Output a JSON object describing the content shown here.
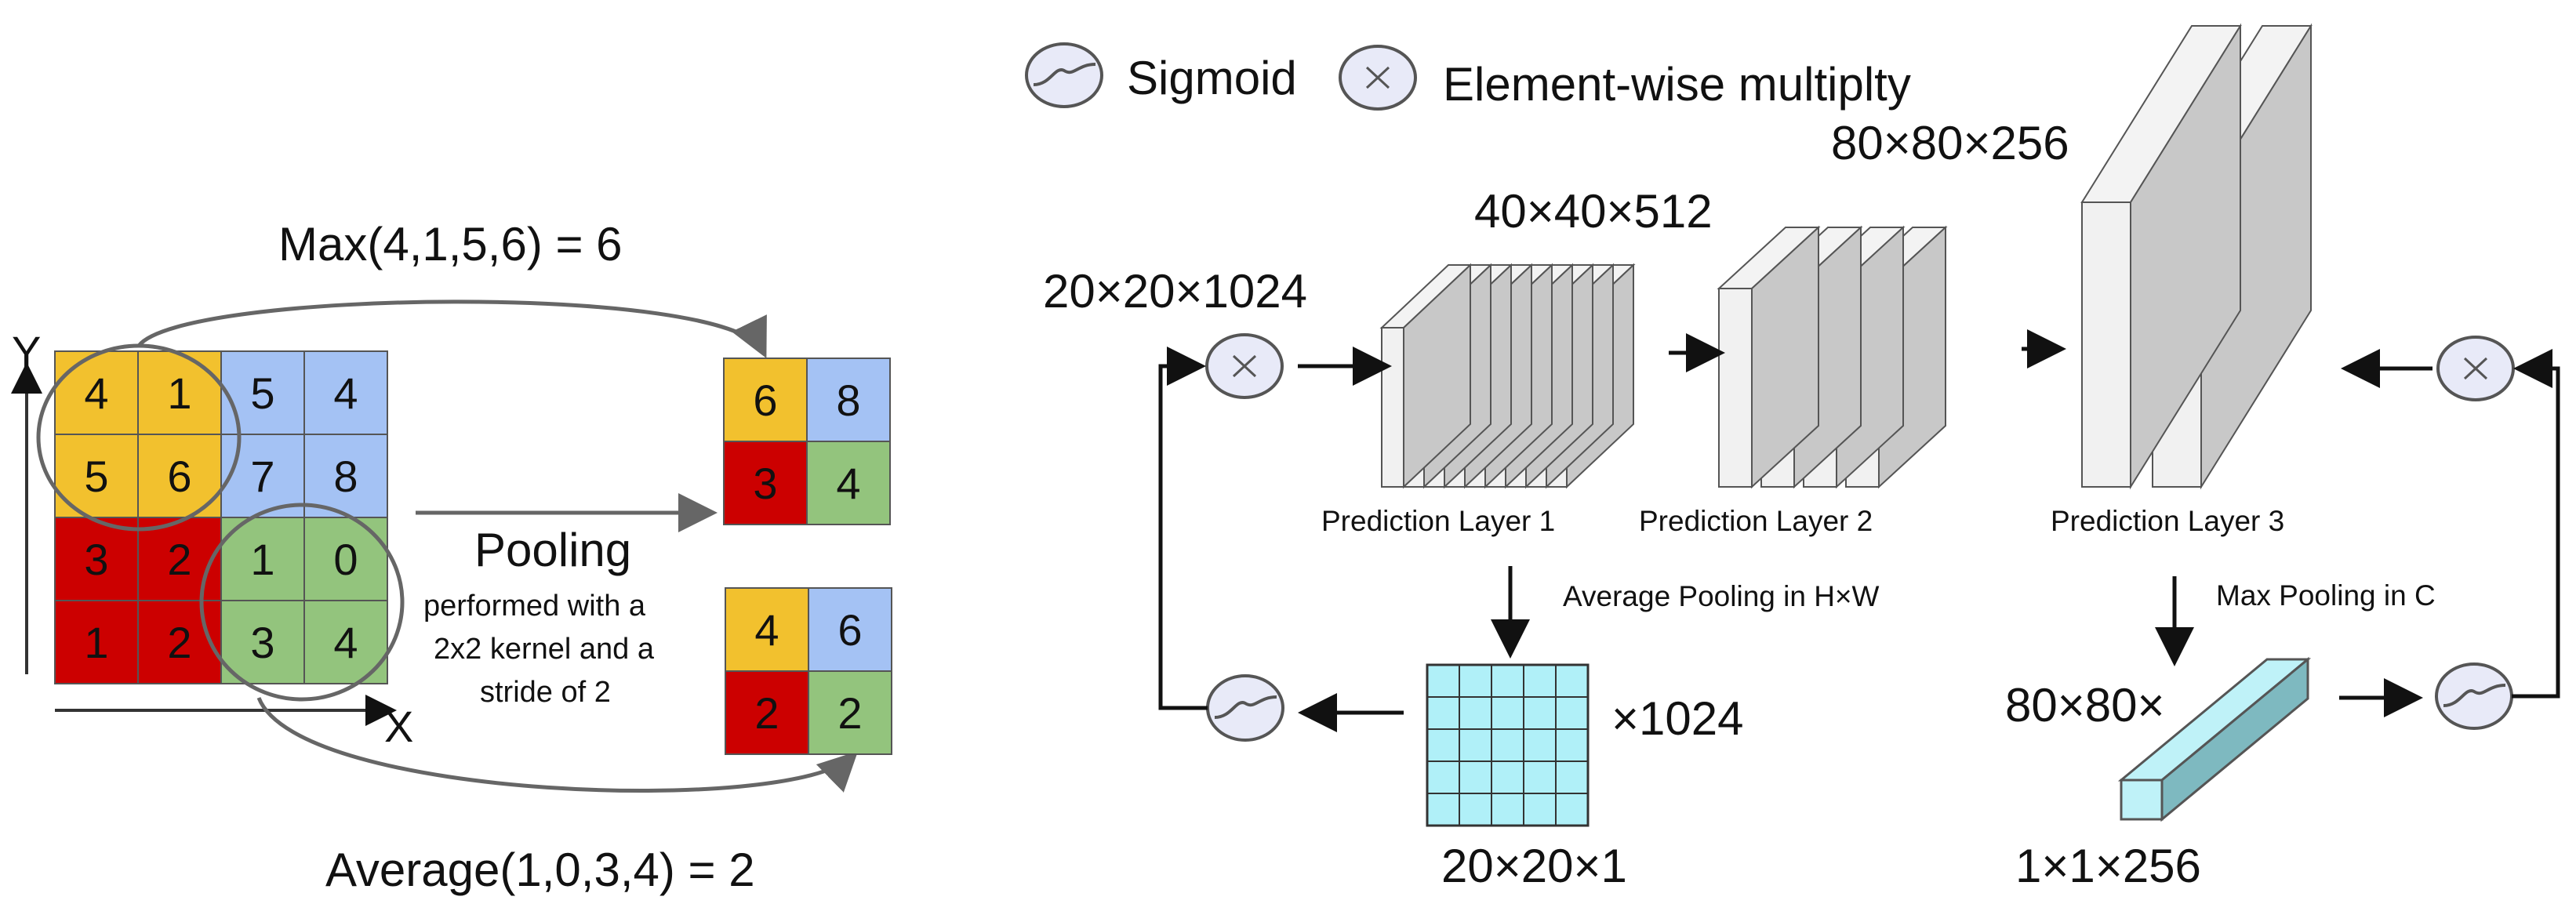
{
  "legend": {
    "sigmoid": "Sigmoid",
    "multiply": "Element-wise multiplty",
    "sigmoid_icon": "sigmoid-icon",
    "multiply_icon": "multiply-icon"
  },
  "pooling": {
    "max_label": "Max(4,1,5,6) = 6",
    "avg_label": "Average(1,0,3,4) = 2",
    "title": "Pooling",
    "desc_lines": [
      "performed with a",
      "2x2 kernel and a",
      "stride of 2"
    ],
    "axis_y": "Y",
    "axis_x": "X",
    "input": [
      [
        "4",
        "1",
        "5",
        "4"
      ],
      [
        "5",
        "6",
        "7",
        "8"
      ],
      [
        "3",
        "2",
        "1",
        "0"
      ],
      [
        "1",
        "2",
        "3",
        "4"
      ]
    ],
    "max_out": [
      [
        "6",
        "8"
      ],
      [
        "3",
        "4"
      ]
    ],
    "avg_out": [
      [
        "4",
        "6"
      ],
      [
        "2",
        "2"
      ]
    ],
    "colors": {
      "yellow": "#F2C12E",
      "blue": "#A4C2F4",
      "red": "#CC0000",
      "green": "#93C47D"
    }
  },
  "network": {
    "dim_input": "20×20×1024",
    "dim_layer1": "40×40×512",
    "dim_layer2": "80×80×256",
    "layer1": "Prediction Layer 1",
    "layer2": "Prediction Layer 2",
    "layer3": "Prediction Layer 3",
    "avg_pool": "Average Pooling in H×W",
    "max_pool": "Max Pooling in C",
    "grid_channels": "×1024",
    "grid_dim": "20×20×1",
    "bar_prefix": "80×80×",
    "bar_dim": "1×1×256",
    "colors": {
      "grid": "#B0F0F8",
      "bar": "#BFF2F8",
      "node": "#E8EAF8"
    }
  }
}
